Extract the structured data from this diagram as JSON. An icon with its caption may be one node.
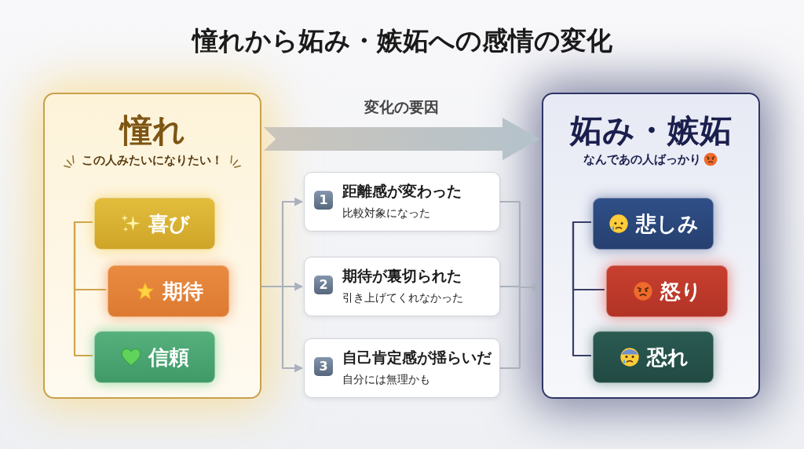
{
  "diagram": {
    "title": "憧れから妬み・嫉妬への感情の変化",
    "nodes": [
      {
        "text": [
          "憧れ",
          "この人みたいになりたい！"
        ]
      },
      {
        "text": [
          "喜び"
        ],
        "in": 0
      },
      {
        "text": [
          "期待"
        ],
        "in": 0
      },
      {
        "text": [
          "信頼"
        ],
        "in": 0
      },
      {
        "text": [
          "1",
          "距離感が変わった",
          "比較対象になった"
        ]
      },
      {
        "text": [
          "2",
          "期待が裏切られた",
          "引き上げてくれなかった"
        ]
      },
      {
        "text": [
          "3",
          "自己肯定感が揺らいだ",
          "自分には無理かも"
        ]
      },
      {
        "text": [
          "妬み・嫉妬",
          "なんであの人ばっかり"
        ]
      },
      {
        "text": [
          "悲しみ"
        ],
        "in": 7
      },
      {
        "text": [
          "怒り"
        ],
        "in": 7
      },
      {
        "text": [
          "恐れ"
        ],
        "in": 7
      }
    ],
    "edges": [
      {
        "from": 0,
        "to": 7,
        "arrow": "to",
        "label": "変化の要因",
        "style": "thick",
        "color": "#b4c2cc"
      },
      {
        "from": 1,
        "to": 2,
        "arrow": "none",
        "color": "#d0a54c"
      },
      {
        "from": 1,
        "to": 3,
        "arrow": "none",
        "color": "#d0a54c"
      },
      {
        "from": 0,
        "to": 4,
        "arrow": "to"
      },
      {
        "from": 0,
        "to": 5,
        "arrow": "to"
      },
      {
        "from": 0,
        "to": 6,
        "arrow": "to"
      },
      {
        "from": 4,
        "to": 7,
        "arrow": "to"
      },
      {
        "from": 5,
        "to": 7,
        "arrow": "to"
      },
      {
        "from": 6,
        "to": 7,
        "arrow": "to"
      },
      {
        "from": 8,
        "to": 9,
        "arrow": "none",
        "color": "#3a3f66"
      },
      {
        "from": 8,
        "to": 10,
        "arrow": "none",
        "color": "#3a3f66"
      }
    ]
  }
}
